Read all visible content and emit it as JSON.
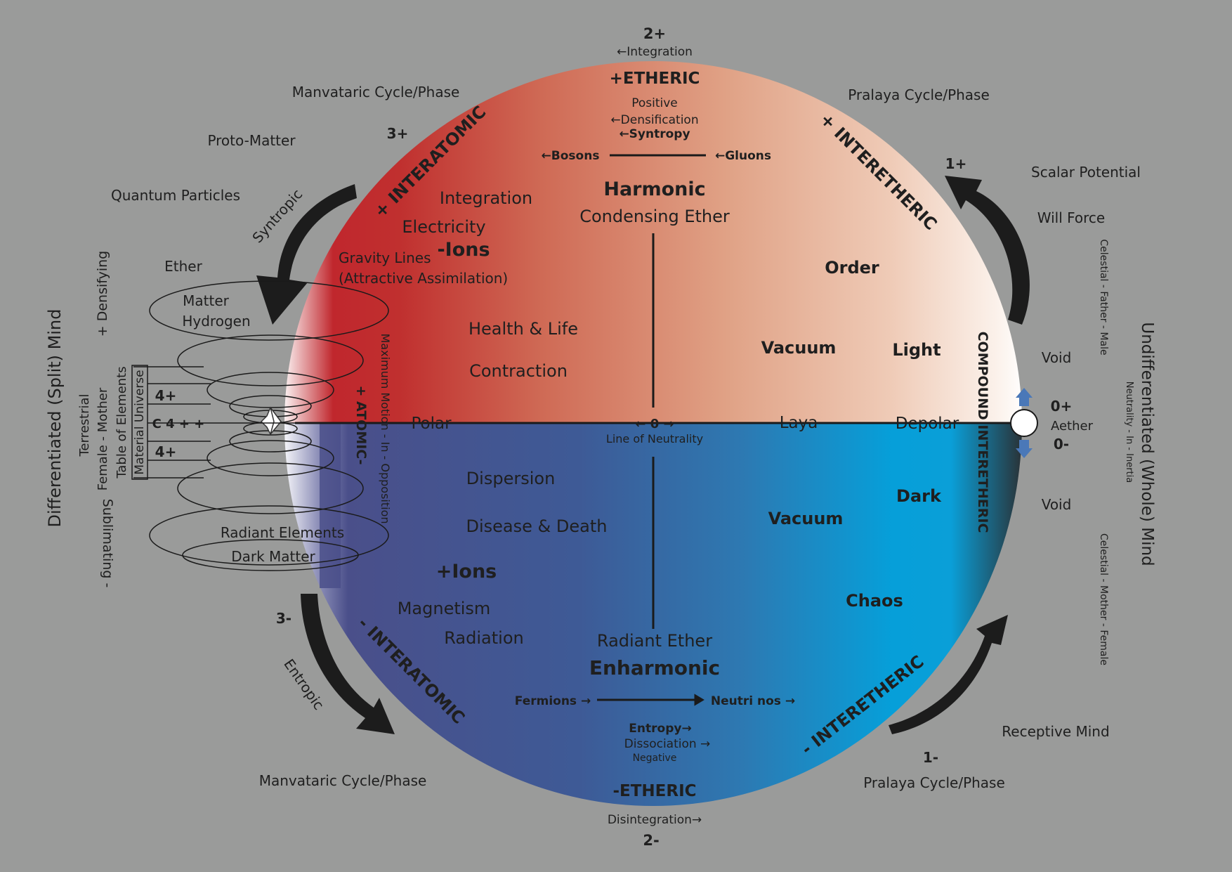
{
  "colors": {
    "background": "#9a9b9a",
    "upper_red": "#c0272d",
    "upper_light": "#f8ece4",
    "lower_navy": "#4a4f8a",
    "lower_cyan": "#00a0dc",
    "arrow": "#1c1c1c",
    "small_arrow": "#4a78b8"
  },
  "top": {
    "level": "2+",
    "integration": "←Integration",
    "etheric": "+ETHERIC",
    "positive": "Positive",
    "densification": "←Densification",
    "syntropy": "←Syntropy",
    "bosons": "←Bosons",
    "gluons": "←Gluons",
    "harmonic": "Harmonic",
    "condensing": "Condensing Ether"
  },
  "bottom": {
    "level": "2-",
    "disintegration": "Disintegration→",
    "etheric": "-ETHERIC",
    "entropy": "Entropy→",
    "dissociation": "Dissociation →",
    "negative": "Negative",
    "fermions": "Fermions →",
    "neutrinos": "Neutri nos →",
    "enharmonic": "Enharmonic",
    "radiant_ether": "Radiant Ether"
  },
  "center": {
    "zero": "←  0  →",
    "neutrality": "Line of Neutrality",
    "polar": "Polar",
    "laya": "Laya",
    "depolar": "Depolar"
  },
  "upper_left": {
    "integration": "Integration",
    "electricity": "Electricity",
    "ions": "-Ions",
    "gravity1": "Gravity Lines",
    "gravity2": "(Attractive Assimilation)",
    "health": "Health & Life",
    "contraction": "Contraction",
    "interatomic": "+ INTERATOMIC"
  },
  "upper_right": {
    "order": "Order",
    "vacuum": "Vacuum",
    "light": "Light",
    "interetheric": "+ INTERETHERIC",
    "compound": "COMPOUND INTERETHERIC"
  },
  "lower_left": {
    "dispersion": "Dispersion",
    "disease": "Disease & Death",
    "ions": "+Ions",
    "magnetism": "Magnetism",
    "radiation": "Radiation",
    "interatomic": "- INTERATOMIC"
  },
  "lower_right": {
    "dark": "Dark",
    "vacuum": "Vacuum",
    "chaos": "Chaos",
    "interetheric": "- INTERETHERIC"
  },
  "atomic": {
    "atomic": "+ ATOMIC-",
    "max_motion": "Maximum Motion - In - Opposition"
  },
  "left": {
    "manvataric_top": "Manvataric Cycle/Phase",
    "level_3p": "3+",
    "proto": "Proto-Matter",
    "quantum": "Quantum Particles",
    "syntropic": "Syntropic",
    "ether": "Ether",
    "matter": "Matter",
    "hydrogen": "Hydrogen",
    "radiant": "Radiant Elements",
    "dark_matter": "Dark Matter",
    "four_plus_a": "4+",
    "c4": "C 4 + +",
    "four_plus_b": "4+",
    "material_universe": "Material Universe",
    "table_elements": "Table of Elements",
    "female_mother": "Female - Mother",
    "terrestrial": "Terrestrial",
    "densifying": "+ Densifying",
    "sublimating": "Sublimating -",
    "split_mind": "Differentiated (Split) Mind",
    "level_3m": "3-",
    "entropic": "Entropic",
    "manvataric_bottom": "Manvataric Cycle/Phase"
  },
  "right": {
    "pralaya_top": "Pralaya Cycle/Phase",
    "level_1p": "1+",
    "scalar": "Scalar Potential",
    "will": "Will Force",
    "celestial_father": "Celestial - Father - Male",
    "void_top": "Void",
    "zero_plus": "0+",
    "aether": "Aether",
    "zero_minus": "0-",
    "void_bottom": "Void",
    "whole_mind": "Undifferentiated (Whole) Mind",
    "neutrality_inertia": "Neutrality - In - Inertia",
    "celestial_mother": "Celestial - Mother - Female",
    "receptive": "Receptive Mind",
    "level_1m": "1-",
    "pralaya_bottom": "Pralaya Cycle/Phase"
  }
}
